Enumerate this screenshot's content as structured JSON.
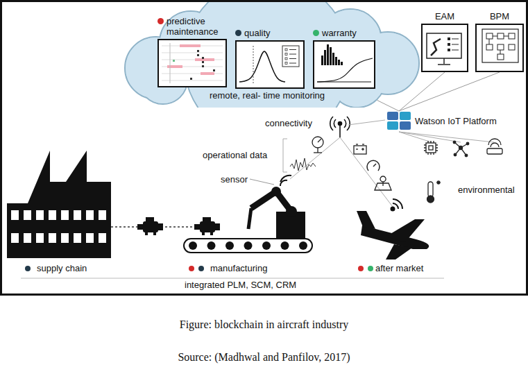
{
  "diagram": {
    "caption": "Figure: blockchain in aircraft industry",
    "nodes": [
      {
        "text": [
          "remote, real- time monitoring"
        ]
      },
      {
        "text": [
          "predictive maintenance"
        ],
        "in": 0
      },
      {
        "text": [
          "quality"
        ],
        "in": 0
      },
      {
        "text": [
          "warranty"
        ],
        "in": 0
      },
      {
        "text": [
          "EAM"
        ]
      },
      {
        "text": [
          "BPM"
        ]
      },
      {
        "text": [
          "Watson IoT Platform"
        ]
      }
    ],
    "edges": [
      {
        "from": 6,
        "to": 0,
        "arrow": "none"
      },
      {
        "from": 6,
        "to": 4,
        "arrow": "none"
      },
      {
        "from": 6,
        "to": 5,
        "arrow": "none"
      }
    ],
    "labels": [
      "connectivity",
      "operational data",
      "sensor",
      "environmental",
      "supply chain",
      "manufacturing",
      "after market",
      "integrated PLM, SCM, CRM",
      "Source: (Madhwal and Panfilov, 2017)"
    ]
  }
}
